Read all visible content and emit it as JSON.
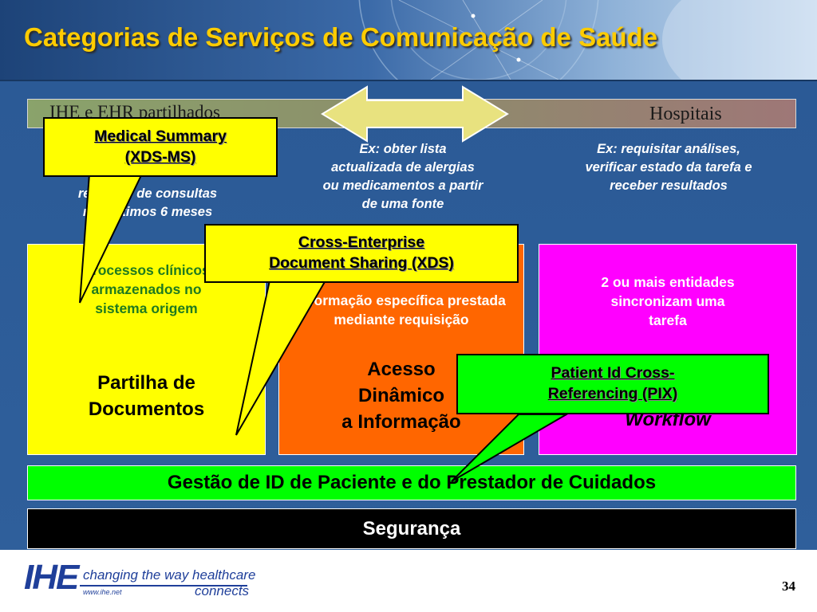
{
  "slide": {
    "title": "Categorias de Serviços de Comunicação de Saúde",
    "page_number": "34"
  },
  "top_bar": {
    "left_label": "IHE e EHR partilhados",
    "right_label": "Hospitais"
  },
  "examples": {
    "left_line1": "resumos de consultas",
    "left_line2": "nos últimos 6 meses",
    "middle": [
      "Ex: obter lista",
      "actualizada de alergias",
      "ou medicamentos a partir",
      "de uma fonte"
    ],
    "right": [
      "Ex: requisitar análises,",
      "verificar estado da tarefa e",
      "receber resultados"
    ]
  },
  "boxes": {
    "documents": {
      "desc": [
        "Processos clínicos",
        "armazenados no",
        "sistema origem"
      ],
      "title": [
        "Partilha de",
        "Documentos"
      ]
    },
    "access": {
      "desc": [
        "Informação específica prestada",
        "mediante requisição"
      ],
      "title": [
        "Acesso",
        "Dinâmico",
        "a Informação"
      ]
    },
    "workflow": {
      "desc": [
        "2 ou mais entidades",
        "sincronizam uma",
        "tarefa"
      ],
      "title": "Workflow"
    }
  },
  "callouts": {
    "medical_summary": [
      "Medical Summary",
      "(XDS-MS)"
    ],
    "xds": [
      "Cross-Enterprise",
      "Document Sharing (XDS)"
    ],
    "pix": [
      "Patient Id Cross-",
      "Referencing (PIX)"
    ]
  },
  "bars": {
    "identity": "Gestão de ID de Paciente e do Prestador de Cuidados",
    "security": "Segurança"
  },
  "footer": {
    "logo_text": "IHE",
    "tagline": "changing the way healthcare",
    "tagline2": "connects",
    "url": "www.ihe.net"
  },
  "colors": {
    "title": "#ffcc00",
    "documents_box": "#ffff00",
    "access_box": "#ff6600",
    "workflow_box": "#ff00ff",
    "identity_bar": "#00ff00",
    "security_bar": "#000000",
    "pix_callout": "#00ff00",
    "logo_blue": "#1f3f9a"
  }
}
